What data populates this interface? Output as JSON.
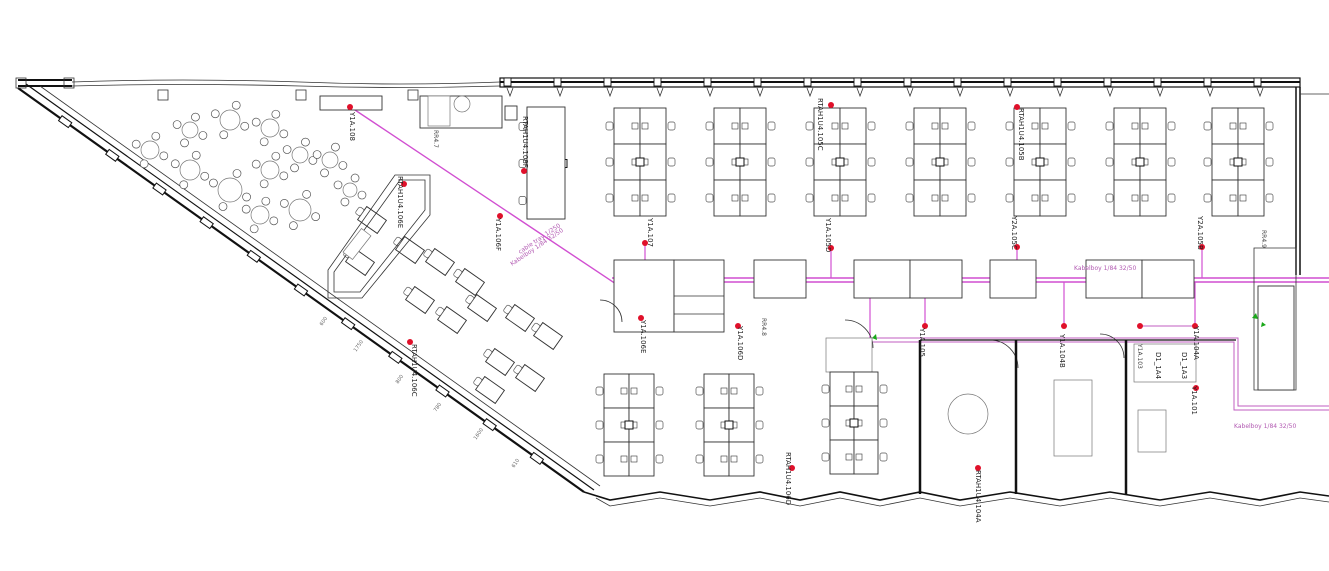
{
  "colors": {
    "wall": "#111111",
    "cable": "#d14fd1",
    "outlet": "#e0102a",
    "green_marker": "#1aa81a"
  },
  "labels": {
    "y1a108": "Y1A.108",
    "rr47": "RR4.7",
    "rr48": "RR4.8",
    "rr49": "RR4.9",
    "rtahu_4108f": "RTAH1U4.108F",
    "rtahu_4106e": "RTAH1U4.106E",
    "y1a106f": "Y1A.106F",
    "rtahu_4106c": "RTAH1U4.106C",
    "y1a107": "Y1A.107",
    "y1a106e": "Y1A.106E",
    "y1a106d": "Y1A.106D",
    "rtahu_4106d": "RTAH1U4.106D",
    "rtah_4105c": "RTAH1U4.105C",
    "y1a105d": "Y1A.105D",
    "rtahu_4105b": "RTAH1U4.105B",
    "y2a105c": "Y2A.105C",
    "y2a105b": "Y2A.105B",
    "y1a105": "Y1A.105",
    "y1a104b": "Y1A.104B",
    "y1a104a": "Y1A.104A",
    "rtahu_4104a": "RTAH1U4.104A",
    "y1a101": "Y1A.101",
    "y1a103": "Y1A.103",
    "d1_1a4": "D1_1A4",
    "d1_1a3": "D1_1A3",
    "cable_tray_1": "cable tray 1/250",
    "cable_tray_2": "Kabelboy 1/84 32/50",
    "cable_tray_3": "Kabelboy 1/84 32/50",
    "cable_tray_4": "Kabelboy 1/84 32/50",
    "dim_600": "600",
    "dim_1750": "1750",
    "dim_800": "800",
    "dim_780": "780",
    "dim_1600": "1600",
    "dim_610": "610"
  }
}
